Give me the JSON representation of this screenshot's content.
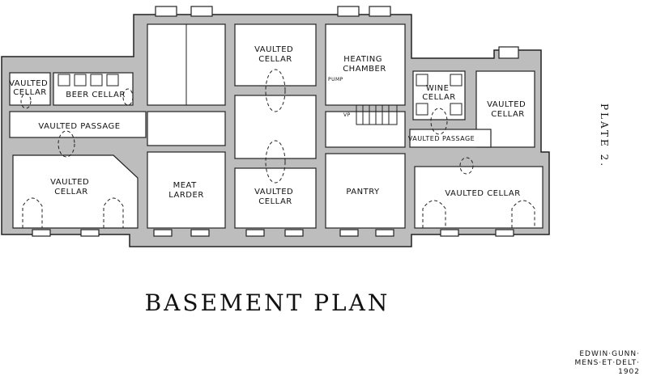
{
  "rooms": {
    "vaulted_cellar_small": "VAULTED CELLAR",
    "beer_cellar": "BEER CELLAR",
    "vaulted_passage_west": "VAULTED PASSAGE",
    "vaulted_cellar_sw": "VAULTED CELLAR",
    "vaulted_cellar_north": "VAULTED CELLAR",
    "heating_chamber": "HEATING CHAMBER",
    "pump": "PUMP",
    "vp": "VP",
    "wine_cellar": "WINE CELLAR",
    "vaulted_cellar_ne": "VAULTED CELLAR",
    "vaulted_passage_east": "VAULTED PASSAGE",
    "meat_larder": "MEAT LARDER",
    "vaulted_cellar_south": "VAULTED CELLAR",
    "pantry": "PANTRY",
    "vaulted_cellar_se": "VAULTED CELLAR"
  },
  "title": "BASEMENT PLAN",
  "plate": "PLATE 2.",
  "credit": {
    "line1": "EDWIN·GUNN·",
    "line2": "MENS·ET·DELT·",
    "year": "1902"
  }
}
